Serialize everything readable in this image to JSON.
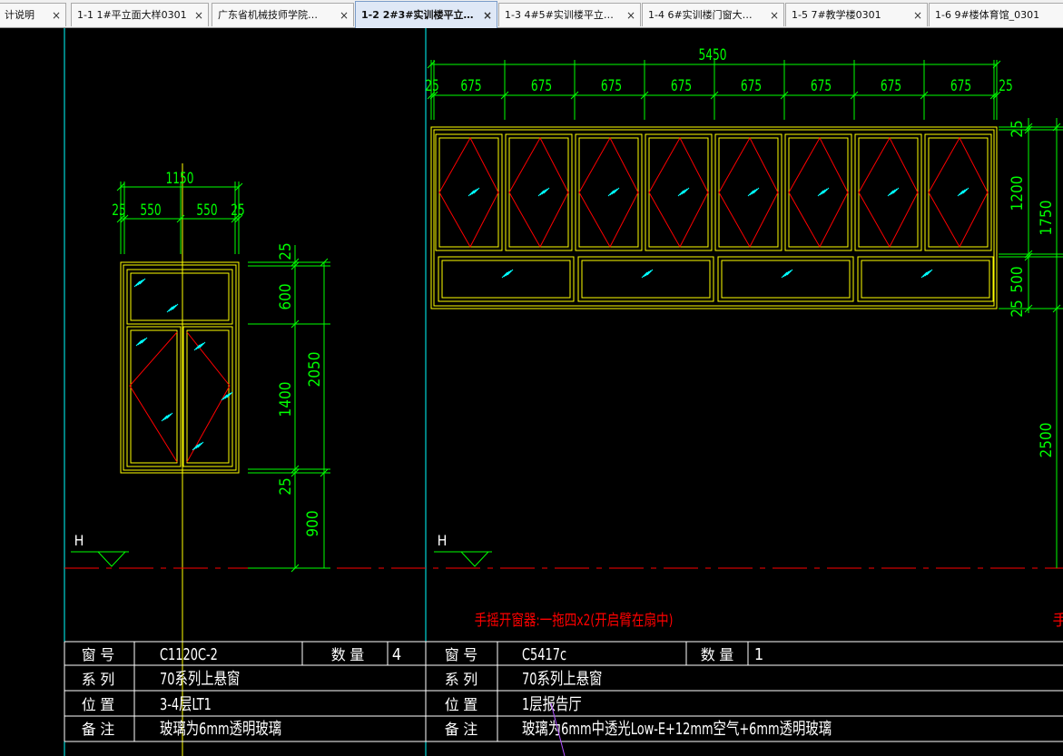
{
  "tabs": [
    {
      "label": "计说明",
      "active": false
    },
    {
      "label": "1-1 1#平立面大样0301",
      "active": false
    },
    {
      "label": "广东省机械技师学院…",
      "active": false
    },
    {
      "label": "1-2 2#3#实训楼平立…",
      "active": true
    },
    {
      "label": "1-3 4#5#实训楼平立…",
      "active": false
    },
    {
      "label": "1-4 6#实训楼门窗大…",
      "active": false
    },
    {
      "label": "1-5 7#教学楼0301",
      "active": false
    },
    {
      "label": "1-6 9#楼体育馆_0301",
      "active": false
    }
  ],
  "tab_close_glyph": "×",
  "colors": {
    "background": "#000000",
    "dimension": "#00ff00",
    "window_frame": "#ffff00",
    "opening_lines": "#ff0000",
    "grid_lines": "#00ffff",
    "table_text": "#ffffff"
  },
  "left_window": {
    "overall_width": "1150",
    "width_segments": [
      "25",
      "550",
      "550",
      "25"
    ],
    "height_dims": [
      "25",
      "600",
      "1400",
      "25",
      "900"
    ],
    "overall_height": "2050",
    "level_mark": "H"
  },
  "right_window": {
    "overall_width": "5450",
    "width_segments": [
      "25",
      "675",
      "675",
      "675",
      "675",
      "675",
      "675",
      "675",
      "675",
      "25"
    ],
    "height_dims": [
      "25",
      "1200",
      "25",
      "500"
    ],
    "overall_height": "1750",
    "sill_height": "2500",
    "level_mark": "H",
    "note": "手摇开窗器:一拖四x2(开启臂在扇中)",
    "note_cut": "手"
  },
  "table": {
    "left": [
      {
        "label": "窗 号",
        "value": "C1120C-2",
        "qty_label": "数 量",
        "qty": "4"
      },
      {
        "label": "系 列",
        "value": "70系列上悬窗"
      },
      {
        "label": "位 置",
        "value": "3-4层LT1"
      },
      {
        "label": "备 注",
        "value": "玻璃为6mm透明玻璃"
      }
    ],
    "right": [
      {
        "label": "窗 号",
        "value": "C5417c",
        "qty_label": "数 量",
        "qty": "1"
      },
      {
        "label": "系 列",
        "value": "70系列上悬窗"
      },
      {
        "label": "位 置",
        "value": "1层报告厅"
      },
      {
        "label": "备 注",
        "value": "玻璃为6mm中透光Low-E+12mm空气+6mm透明玻璃"
      }
    ]
  }
}
